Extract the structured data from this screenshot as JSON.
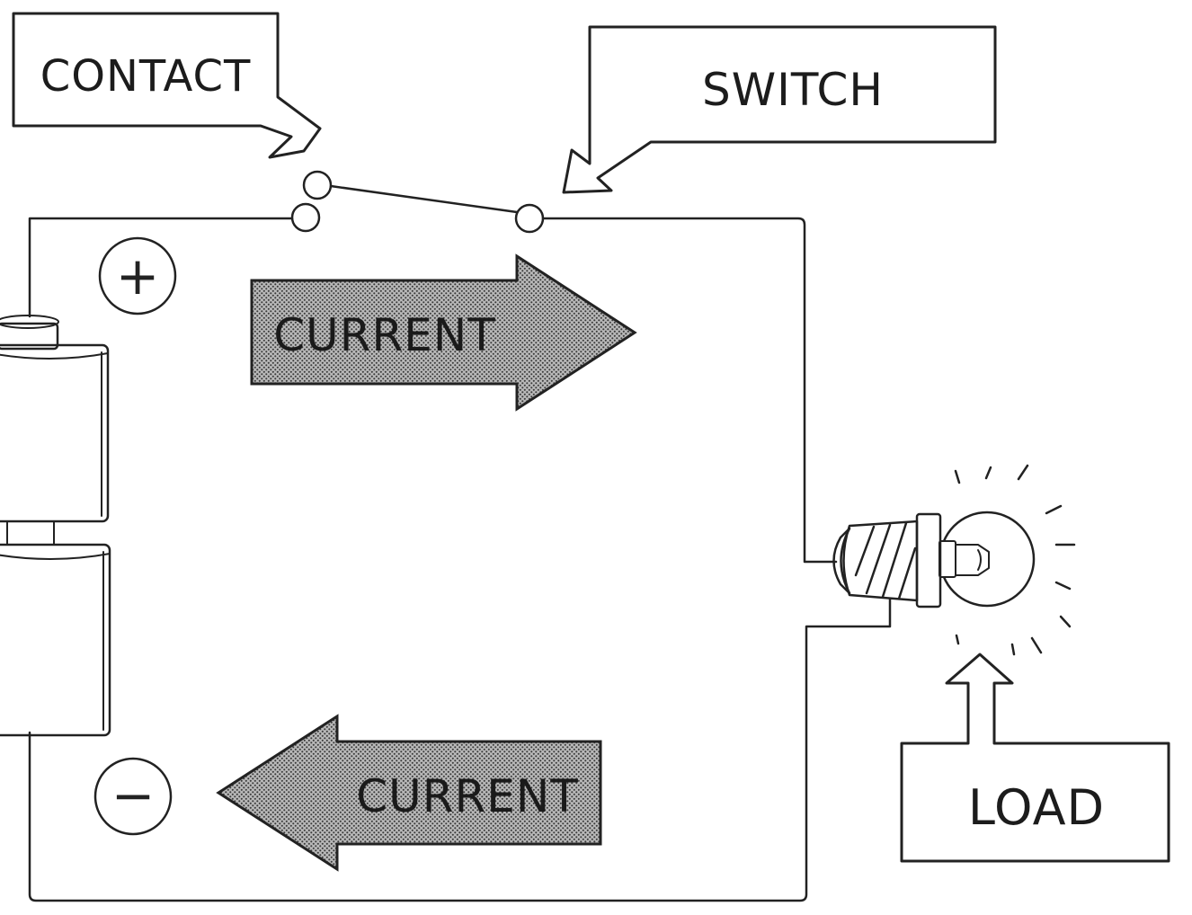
{
  "labels": {
    "contact": "CONTACT",
    "switch": "SWITCH",
    "load": "LOAD"
  },
  "arrows": {
    "top": "CURRENT",
    "bottom": "CURRENT"
  },
  "terminals": {
    "positive": "+",
    "negative": "−"
  },
  "colors": {
    "ink": "#222222",
    "arrow_fill": "#9a9a9a",
    "background": "#ffffff"
  }
}
